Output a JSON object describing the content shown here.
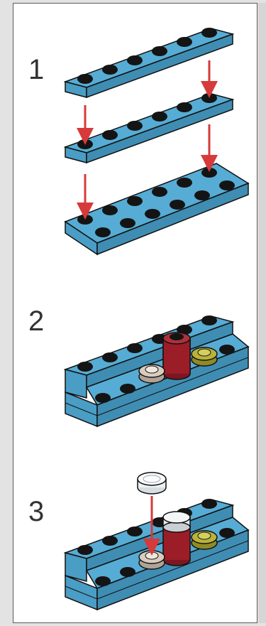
{
  "steps": [
    {
      "number": "1"
    },
    {
      "number": "2"
    },
    {
      "number": "3"
    }
  ],
  "colors": {
    "plate": "#56acd4",
    "plate_shadow": "#3f8db3",
    "stud_dark": "#141414",
    "arrow": "#d63a3a",
    "dark_red": "#9b1d28",
    "olive": "#b8b33a",
    "tan": "#d9ccbf",
    "clear": "#eef2f4"
  },
  "icons": [
    "lego-plate",
    "stud",
    "arrow-down-icon",
    "round-brick-dark-red",
    "round-plate-olive",
    "round-plate-tan",
    "round-tile-clear"
  ]
}
